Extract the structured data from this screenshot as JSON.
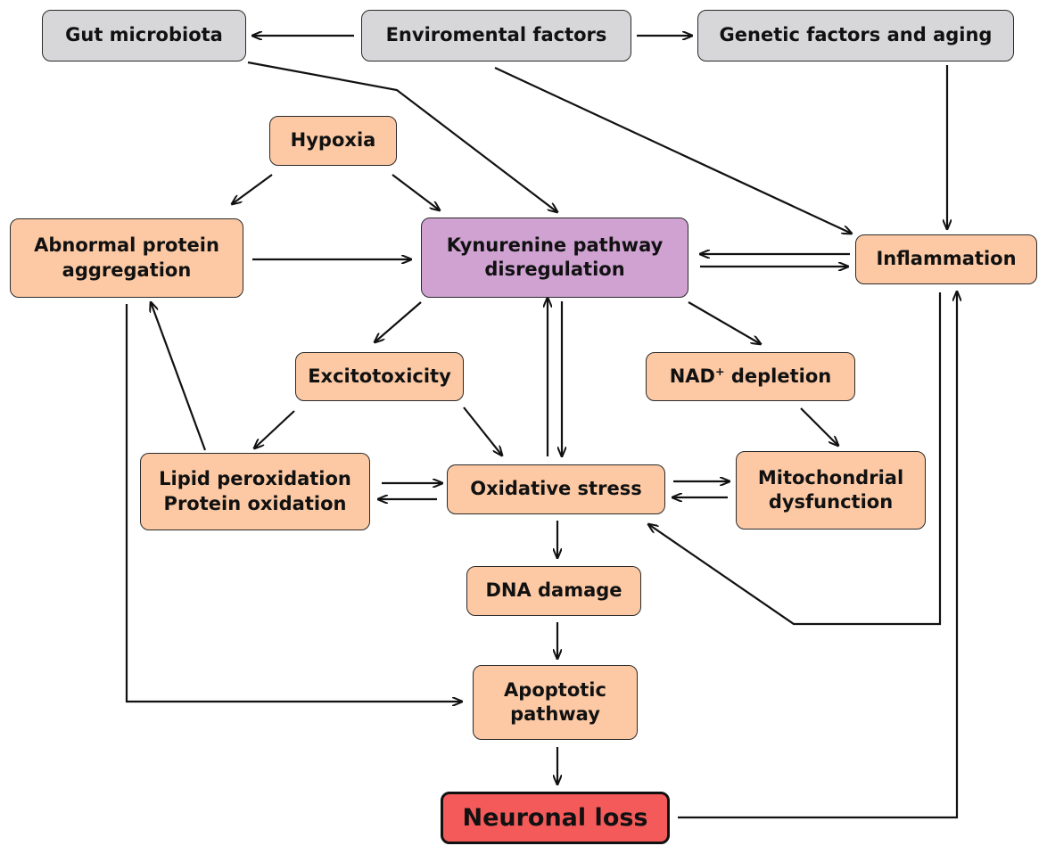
{
  "nodes": {
    "gut_microbiota": "Gut microbiota",
    "environmental_factors": "Enviromental factors",
    "genetic_factors": "Genetic factors and aging",
    "hypoxia": "Hypoxia",
    "abnormal_protein": "Abnormal protein\naggregation",
    "kynurenine": "Kynurenine pathway\ndisregulation",
    "inflammation": "Inflammation",
    "excitotoxicity": "Excitotoxicity",
    "nad_label": "NAD",
    "nad_sup": "+",
    "nad_tail": " depletion",
    "lipid_peroxidation": "Lipid peroxidation\nProtein oxidation",
    "oxidative_stress": "Oxidative stress",
    "mitochondrial": "Mitochondrial\ndysfunction",
    "dna_damage": "DNA damage",
    "apoptotic": "Apoptotic\npathway",
    "neuronal_loss": "Neuronal loss"
  },
  "colors": {
    "external_factor": "#d7d7da",
    "process": "#fcc9a4",
    "central": "#cfa2d2",
    "outcome": "#f45a5a"
  }
}
